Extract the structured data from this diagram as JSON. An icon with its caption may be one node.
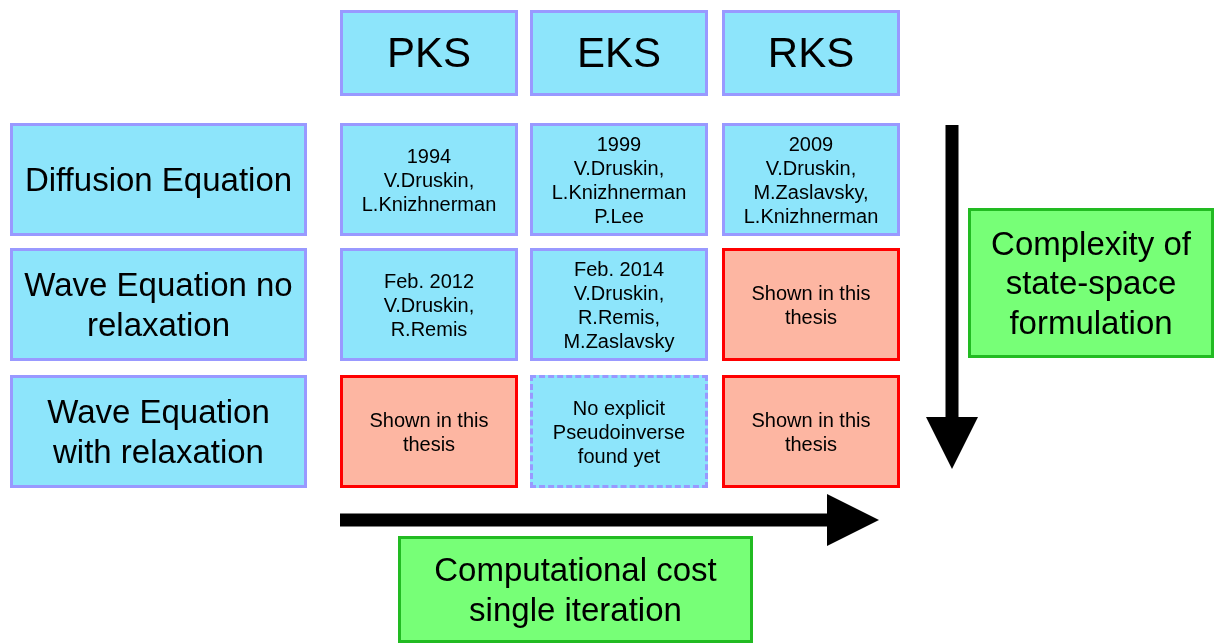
{
  "diagram": {
    "nodes": [
      {
        "text": [
          "PKS"
        ]
      },
      {
        "text": [
          "EKS"
        ]
      },
      {
        "text": [
          "RKS"
        ]
      },
      {
        "text": [
          "Diffusion Equation"
        ]
      },
      {
        "text": [
          "1994",
          "V.Druskin, L.Knizhnerman"
        ]
      },
      {
        "text": [
          "1999",
          "V.Druskin, L.Knizhnerman P.Lee"
        ]
      },
      {
        "text": [
          "2009",
          "V.Druskin, M.Zaslavsky, L.Knizhnerman"
        ]
      },
      {
        "text": [
          "Complexity of state-space formulation"
        ]
      },
      {
        "text": [
          "Wave Equation no relaxation"
        ]
      },
      {
        "text": [
          "Feb. 2012",
          "V.Druskin, R.Remis"
        ]
      },
      {
        "text": [
          "Feb. 2014",
          "V.Druskin, R.Remis, M.Zaslavsky"
        ]
      },
      {
        "text": [
          "Shown in this thesis"
        ]
      },
      {
        "text": [
          "Wave Equation with relaxation"
        ]
      },
      {
        "text": [
          "Shown in this thesis"
        ]
      },
      {
        "text": [
          "No explicit Pseudoinverse found yet"
        ]
      },
      {
        "text": [
          "Shown in this thesis"
        ]
      },
      {
        "text": [
          "Computational cost single iteration"
        ]
      }
    ]
  }
}
